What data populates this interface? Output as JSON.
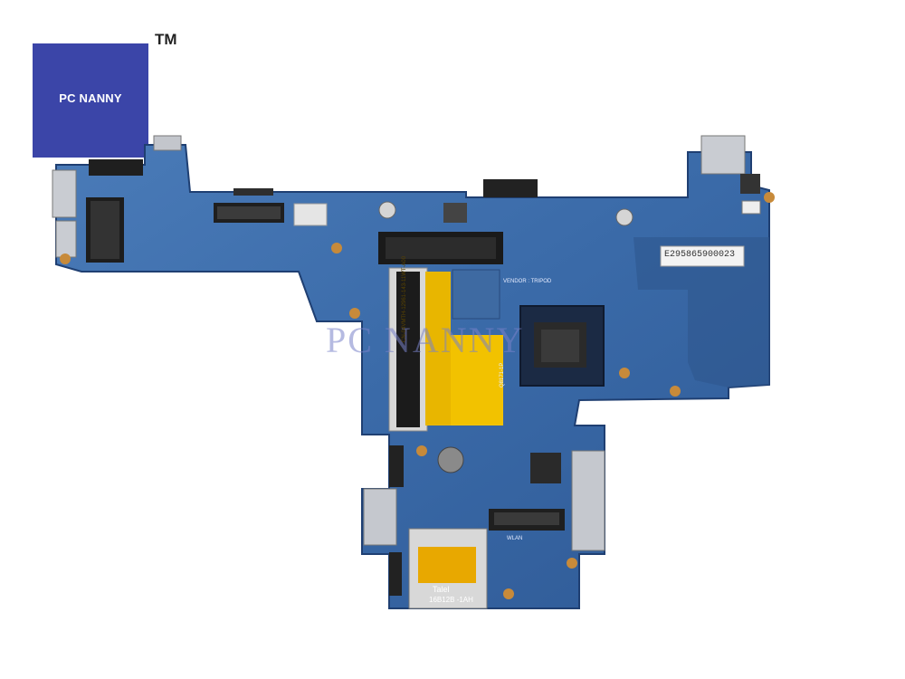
{
  "branding": {
    "logo_text": "PC NANNY",
    "trademark": "TM",
    "watermark": "PC NANNY"
  },
  "board_labels": {
    "serial_sticker": "E295865900023",
    "ethernet_chip_top": "Talel",
    "ethernet_chip_bottom": "16B12B -1AH",
    "slot_label_vendor": "VENDOR : TRIPOD",
    "ram_label": "CN-04VMTH-12961-143-11WT-A00",
    "cpu_label": "Q8171-1P",
    "bottom_label": "WLAN"
  },
  "colors": {
    "board": "#3a6aa8",
    "board_dark": "#2c5188",
    "logo_bg": "#3b45a8",
    "gold": "#e8b600"
  }
}
